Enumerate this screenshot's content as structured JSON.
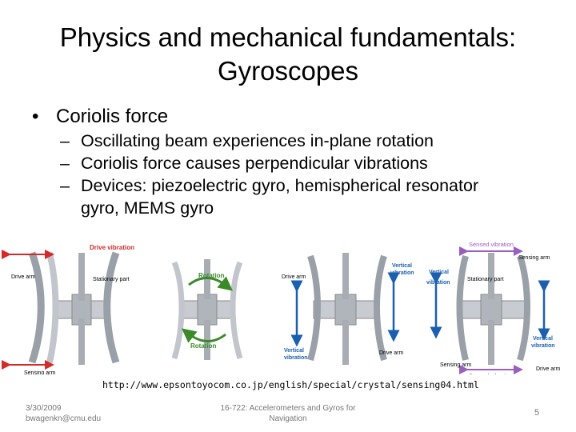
{
  "title": {
    "line1": "Physics and mechanical fundamentals:",
    "line2": "Gyroscopes"
  },
  "bullet": {
    "text": "Coriolis force"
  },
  "subbullets": [
    {
      "line1": "Oscillating beam experiences in-plane rotation",
      "line2": ""
    },
    {
      "line1": "Coriolis force causes perpendicular vibrations",
      "line2": ""
    },
    {
      "line1": "Devices: piezoelectric gyro, hemispherical resonator",
      "line2": "gyro, MEMS gyro"
    }
  ],
  "figure": {
    "drive_vibration": "Drive vibration",
    "drive_arm": "Drive arm",
    "stationary_part": "Stationary part",
    "sensing_arm": "Sensing arm",
    "rotation": "Rotation",
    "vertical_vibration": "Vertical vibration",
    "vertical": "Vertical",
    "vibration": "vibration",
    "sensed_vibration": "Sensed vibration"
  },
  "source_url": "http://www.epsontoyocom.co.jp/english/special/crystal/sensing04.html",
  "footer": {
    "date": "3/30/2009",
    "email": "bwagenkn@cmu.edu",
    "course_line1": "16-722: Accelerometers and Gyros for",
    "course_line2": "Navigation",
    "page": "5"
  },
  "colors": {
    "red": "#d42a2a",
    "blue": "#1a5fb0",
    "green": "#3a8a2a",
    "purple": "#9b5fc0",
    "gray": "#9aa0a8"
  }
}
